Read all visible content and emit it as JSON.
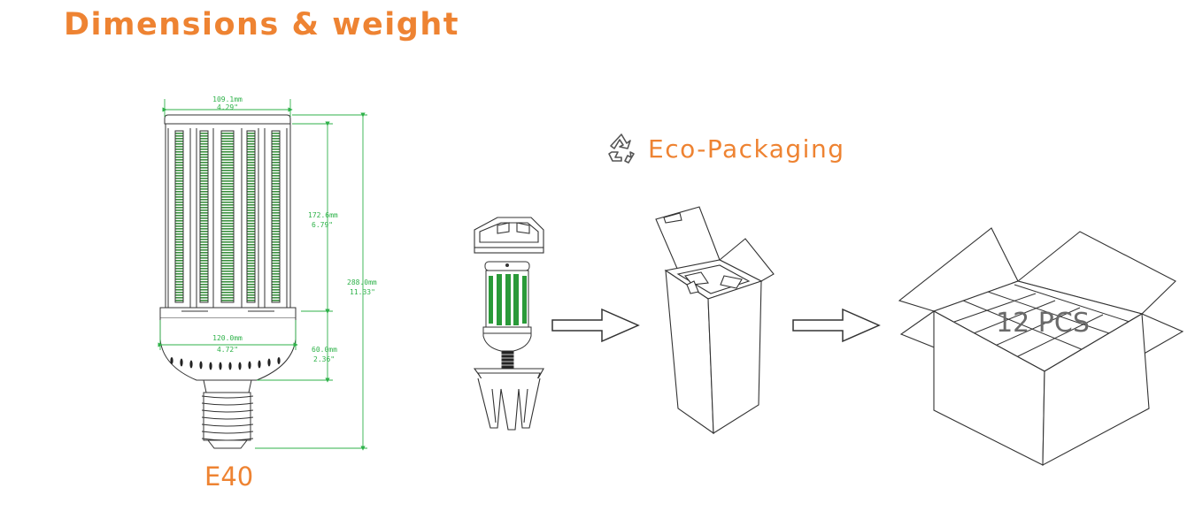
{
  "title": "Dimensions & weight",
  "eco_packaging": {
    "icon": "recycle-icon",
    "label": "Eco-Packaging"
  },
  "lamp": {
    "base_type": "E40",
    "dimensions": {
      "top_width_mm": "109.1mm",
      "top_width_in": "4.29\"",
      "body_height_mm": "172.6mm",
      "body_height_in": "6.79\"",
      "total_height_mm": "288.0mm",
      "total_height_in": "11.33\"",
      "collar_width_mm": "120.0mm",
      "collar_width_in": "4.72\"",
      "neck_height_mm": "60.0mm",
      "neck_height_in": "2.36\""
    }
  },
  "carton": {
    "quantity_label": "12 PCS"
  },
  "colors": {
    "accent": "#ee8332",
    "dimension_line": "#2fb24a",
    "drawing_line": "#333333"
  }
}
